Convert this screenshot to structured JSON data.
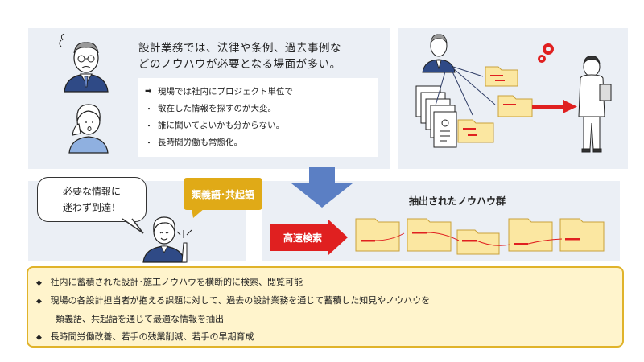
{
  "heading": {
    "line1": "設計業務では、法律や条例、過去事例な",
    "line2": "どのノウハウが必要となる場面が多い。"
  },
  "list": [
    {
      "mark": "➡",
      "text": "現場では社内にプロジェクト単位で"
    },
    {
      "mark": "・",
      "text": "散在した情報を探すのが大変。"
    },
    {
      "mark": "・",
      "text": "誰に聞いてよいかも分からない。"
    },
    {
      "mark": "・",
      "text": "長時間労働も常態化。"
    }
  ],
  "bubble": {
    "line1": "必要な情報に",
    "line2": "迷わず到達！"
  },
  "tag": "類義語･共起語",
  "search_label": "高速検索",
  "knowhow_title": "抽出されたノウハウ群",
  "summary": [
    {
      "text": "社内に蓄積された設計･施工ノウハウを横断的に検索、閲覧可能"
    },
    {
      "text": "現場の各設計担当者が抱える課題に対して、過去の設計業務を通じて蓄積した知見やノウハウを"
    },
    {
      "text": "類義語、共起語を通じて最適な情報を抽出"
    },
    {
      "text": "長時間労働改善、若手の残業削減、若手の早期育成"
    }
  ],
  "colors": {
    "accent_red": "#e02020",
    "folder": "#fbe7a1",
    "tag": "#e0aa17",
    "arrow_blue": "#5b7fc4"
  }
}
